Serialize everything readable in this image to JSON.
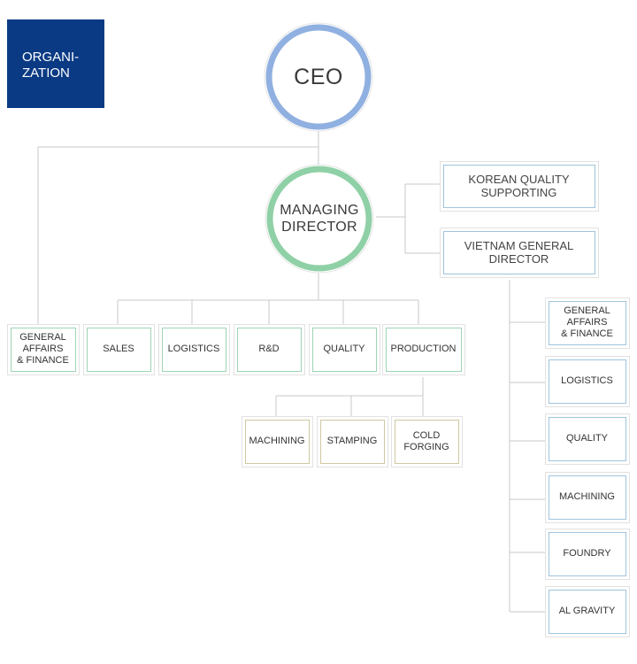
{
  "badge": {
    "title": "ORGANI-\nZATION"
  },
  "ceo": {
    "label": "CEO"
  },
  "managing_director": {
    "label": "MANAGING\nDIRECTOR"
  },
  "top_right": [
    {
      "name": "korean-quality-supporting-box",
      "label": "KOREAN QUALITY\nSUPPORTING"
    },
    {
      "name": "vietnam-general-director-box",
      "label": "VIETNAM GENERAL\nDIRECTOR"
    }
  ],
  "departments": [
    {
      "name": "dept-general-affairs-finance",
      "label": "GENERAL\nAFFAIRS\n& FINANCE"
    },
    {
      "name": "dept-sales",
      "label": "SALES"
    },
    {
      "name": "dept-logistics",
      "label": "LOGISTICS"
    },
    {
      "name": "dept-rnd",
      "label": "R&D"
    },
    {
      "name": "dept-quality",
      "label": "QUALITY"
    },
    {
      "name": "dept-production",
      "label": "PRODUCTION"
    }
  ],
  "production_units": [
    {
      "name": "unit-machining",
      "label": "MACHINING"
    },
    {
      "name": "unit-stamping",
      "label": "STAMPING"
    },
    {
      "name": "unit-cold-forging",
      "label": "COLD\nFORGING"
    }
  ],
  "vietnam_departments": [
    {
      "name": "vn-general-affairs-finance",
      "label": "GENERAL\nAFFAIRS\n& FINANCE"
    },
    {
      "name": "vn-logistics",
      "label": "LOGISTICS"
    },
    {
      "name": "vn-quality",
      "label": "QUALITY"
    },
    {
      "name": "vn-machining",
      "label": "MACHINING"
    },
    {
      "name": "vn-foundry",
      "label": "FOUNDRY"
    },
    {
      "name": "vn-al-gravity",
      "label": "AL GRAVITY"
    }
  ],
  "colors": {
    "badge": "#0b3a84",
    "ceo_ring": "#8fb0e0",
    "md_ring": "#8fd0a6",
    "blue_box": "#9fc4dd",
    "green_box": "#9ed4b4",
    "tan_box": "#cfc8a0",
    "connector": "#c8c8c8"
  }
}
